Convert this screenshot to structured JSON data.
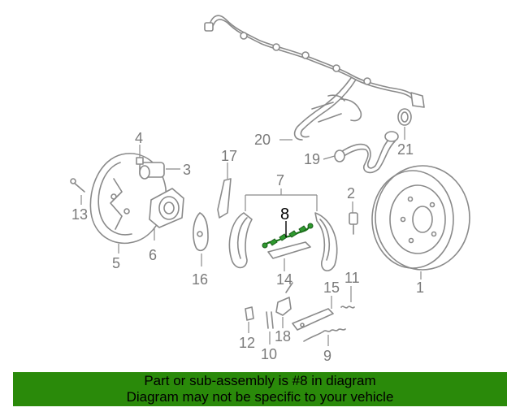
{
  "callouts": {
    "c1": "1",
    "c2": "2",
    "c3": "3",
    "c4": "4",
    "c5": "5",
    "c6": "6",
    "c7": "7",
    "c8": "8",
    "c9": "9",
    "c10": "10",
    "c11": "11",
    "c12": "12",
    "c13": "13",
    "c14": "14",
    "c15": "15",
    "c16": "16",
    "c17": "17",
    "c18": "18",
    "c19": "19",
    "c20": "20",
    "c21": "21"
  },
  "highlighted_part": "8",
  "colors": {
    "banner_background": "#2a8a0a",
    "highlight": "#2e9a2e",
    "line_art": "#8a8a8a"
  },
  "banner": {
    "line1": "Part or sub-assembly is #8 in diagram",
    "line2": "Diagram may not be specific to your vehicle"
  }
}
